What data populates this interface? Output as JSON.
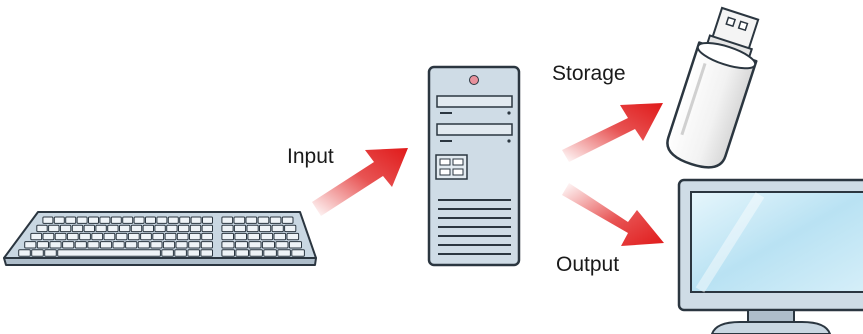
{
  "labels": {
    "input": "Input",
    "storage": "Storage",
    "output": "Output"
  },
  "components": {
    "keyboard": "keyboard-icon",
    "computer": "computer-tower-icon",
    "usb_drive": "usb-drive-icon",
    "monitor": "monitor-icon"
  },
  "colors": {
    "arrow": "#e01a1a",
    "device_fill": "#cfdce6",
    "device_stroke": "#2b3640",
    "screen": "#bfe4f3"
  }
}
